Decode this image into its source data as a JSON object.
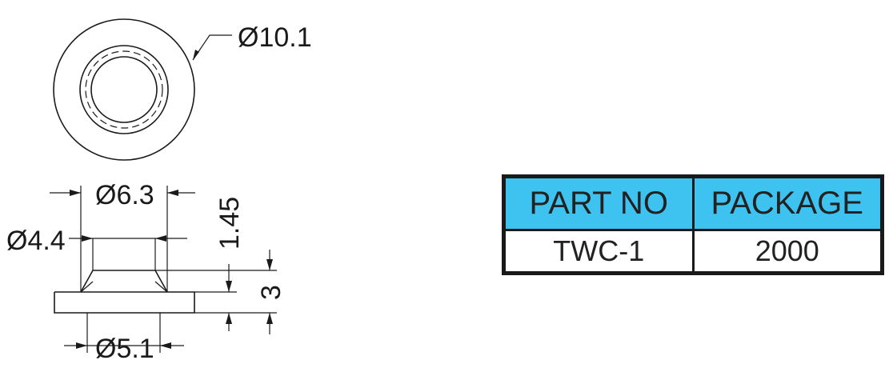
{
  "drawing": {
    "dimensions": {
      "outer_diameter": "Ø10.1",
      "top_diameter": "Ø6.3",
      "inner_diameter": "Ø4.4",
      "bottom_diameter": "Ø5.1",
      "flange_height": "1.45",
      "total_height": "3"
    }
  },
  "table": {
    "header_color": "#3ec3f0",
    "headers": [
      "PART NO",
      "PACKAGE"
    ],
    "rows": [
      [
        "TWC-1",
        "2000"
      ]
    ]
  }
}
